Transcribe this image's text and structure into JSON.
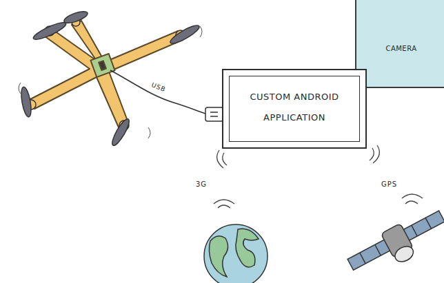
{
  "diagram": {
    "nodes": [
      {
        "text": [
          "CAMERA"
        ]
      },
      {
        "text": [
          "CUSTOM ANDROID APPLICATION"
        ]
      }
    ],
    "labels": [
      "USB",
      "3G",
      "GPS"
    ]
  }
}
